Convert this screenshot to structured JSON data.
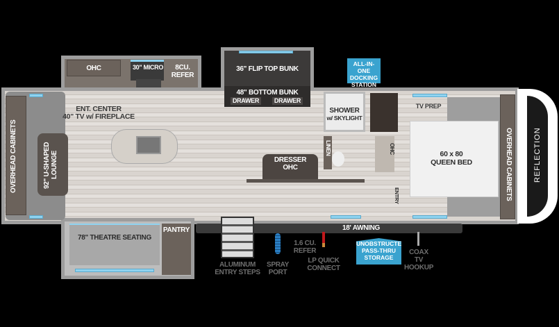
{
  "brand": "REFLECTION",
  "colors": {
    "accent": "#3aa3cf",
    "background": "#000000"
  },
  "rooms": {
    "kitchen": {
      "ohc": "OHC",
      "micro": "30\" MICRO",
      "refer": "8CU. REFER",
      "ent_center_1": "ENT. CENTER",
      "ent_center_2": "40\" TV w/ FIREPLACE"
    },
    "bunk": {
      "top": "36\" FLIP TOP BUNK",
      "bottom": "48\" BOTTOM BUNK",
      "drawer_left": "DRAWER",
      "drawer_right": "DRAWER"
    },
    "lounge": {
      "cabinets": "OVERHEAD CABINETS",
      "lounge_1": "92\" U-SHAPED",
      "lounge_2": "LOUNGE"
    },
    "theatre": {
      "seating": "78\" THEATRE SEATING",
      "pantry": "PANTRY"
    },
    "bath": {
      "shower_1": "SHOWER",
      "shower_2": "w/ SKYLIGHT",
      "linen": "LINEN",
      "ohc": "OHC",
      "dresser": "DRESSER",
      "dresser_ohc": "OHC"
    },
    "bedroom": {
      "tv_prep": "TV PREP",
      "bed_1": "60 x 80",
      "bed_2": "QUEEN BED",
      "cabinets": "OVERHEAD CABINETS",
      "entry": "ENTRY"
    }
  },
  "exterior": {
    "docking": [
      "ALL-IN-ONE",
      "DOCKING",
      "STATION"
    ],
    "awning": "18' AWNING",
    "steps": [
      "ALUMINUM",
      "ENTRY STEPS"
    ],
    "spray": [
      "SPRAY",
      "PORT"
    ],
    "refer": [
      "1.6 CU.",
      "REFER"
    ],
    "lp": [
      "LP QUICK",
      "CONNECT"
    ],
    "storage": [
      "UNOBSTRUCTED",
      "PASS-THRU",
      "STORAGE"
    ],
    "coax": [
      "COAX TV",
      "HOOKUP"
    ]
  }
}
